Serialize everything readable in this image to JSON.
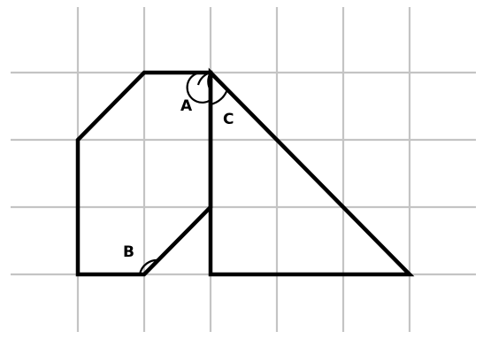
{
  "labels": {
    "a": "A",
    "b": "B",
    "c": "C"
  },
  "colors": {
    "grid": "#c4c4c4",
    "shape": "#000000",
    "background": "#ffffff"
  }
}
